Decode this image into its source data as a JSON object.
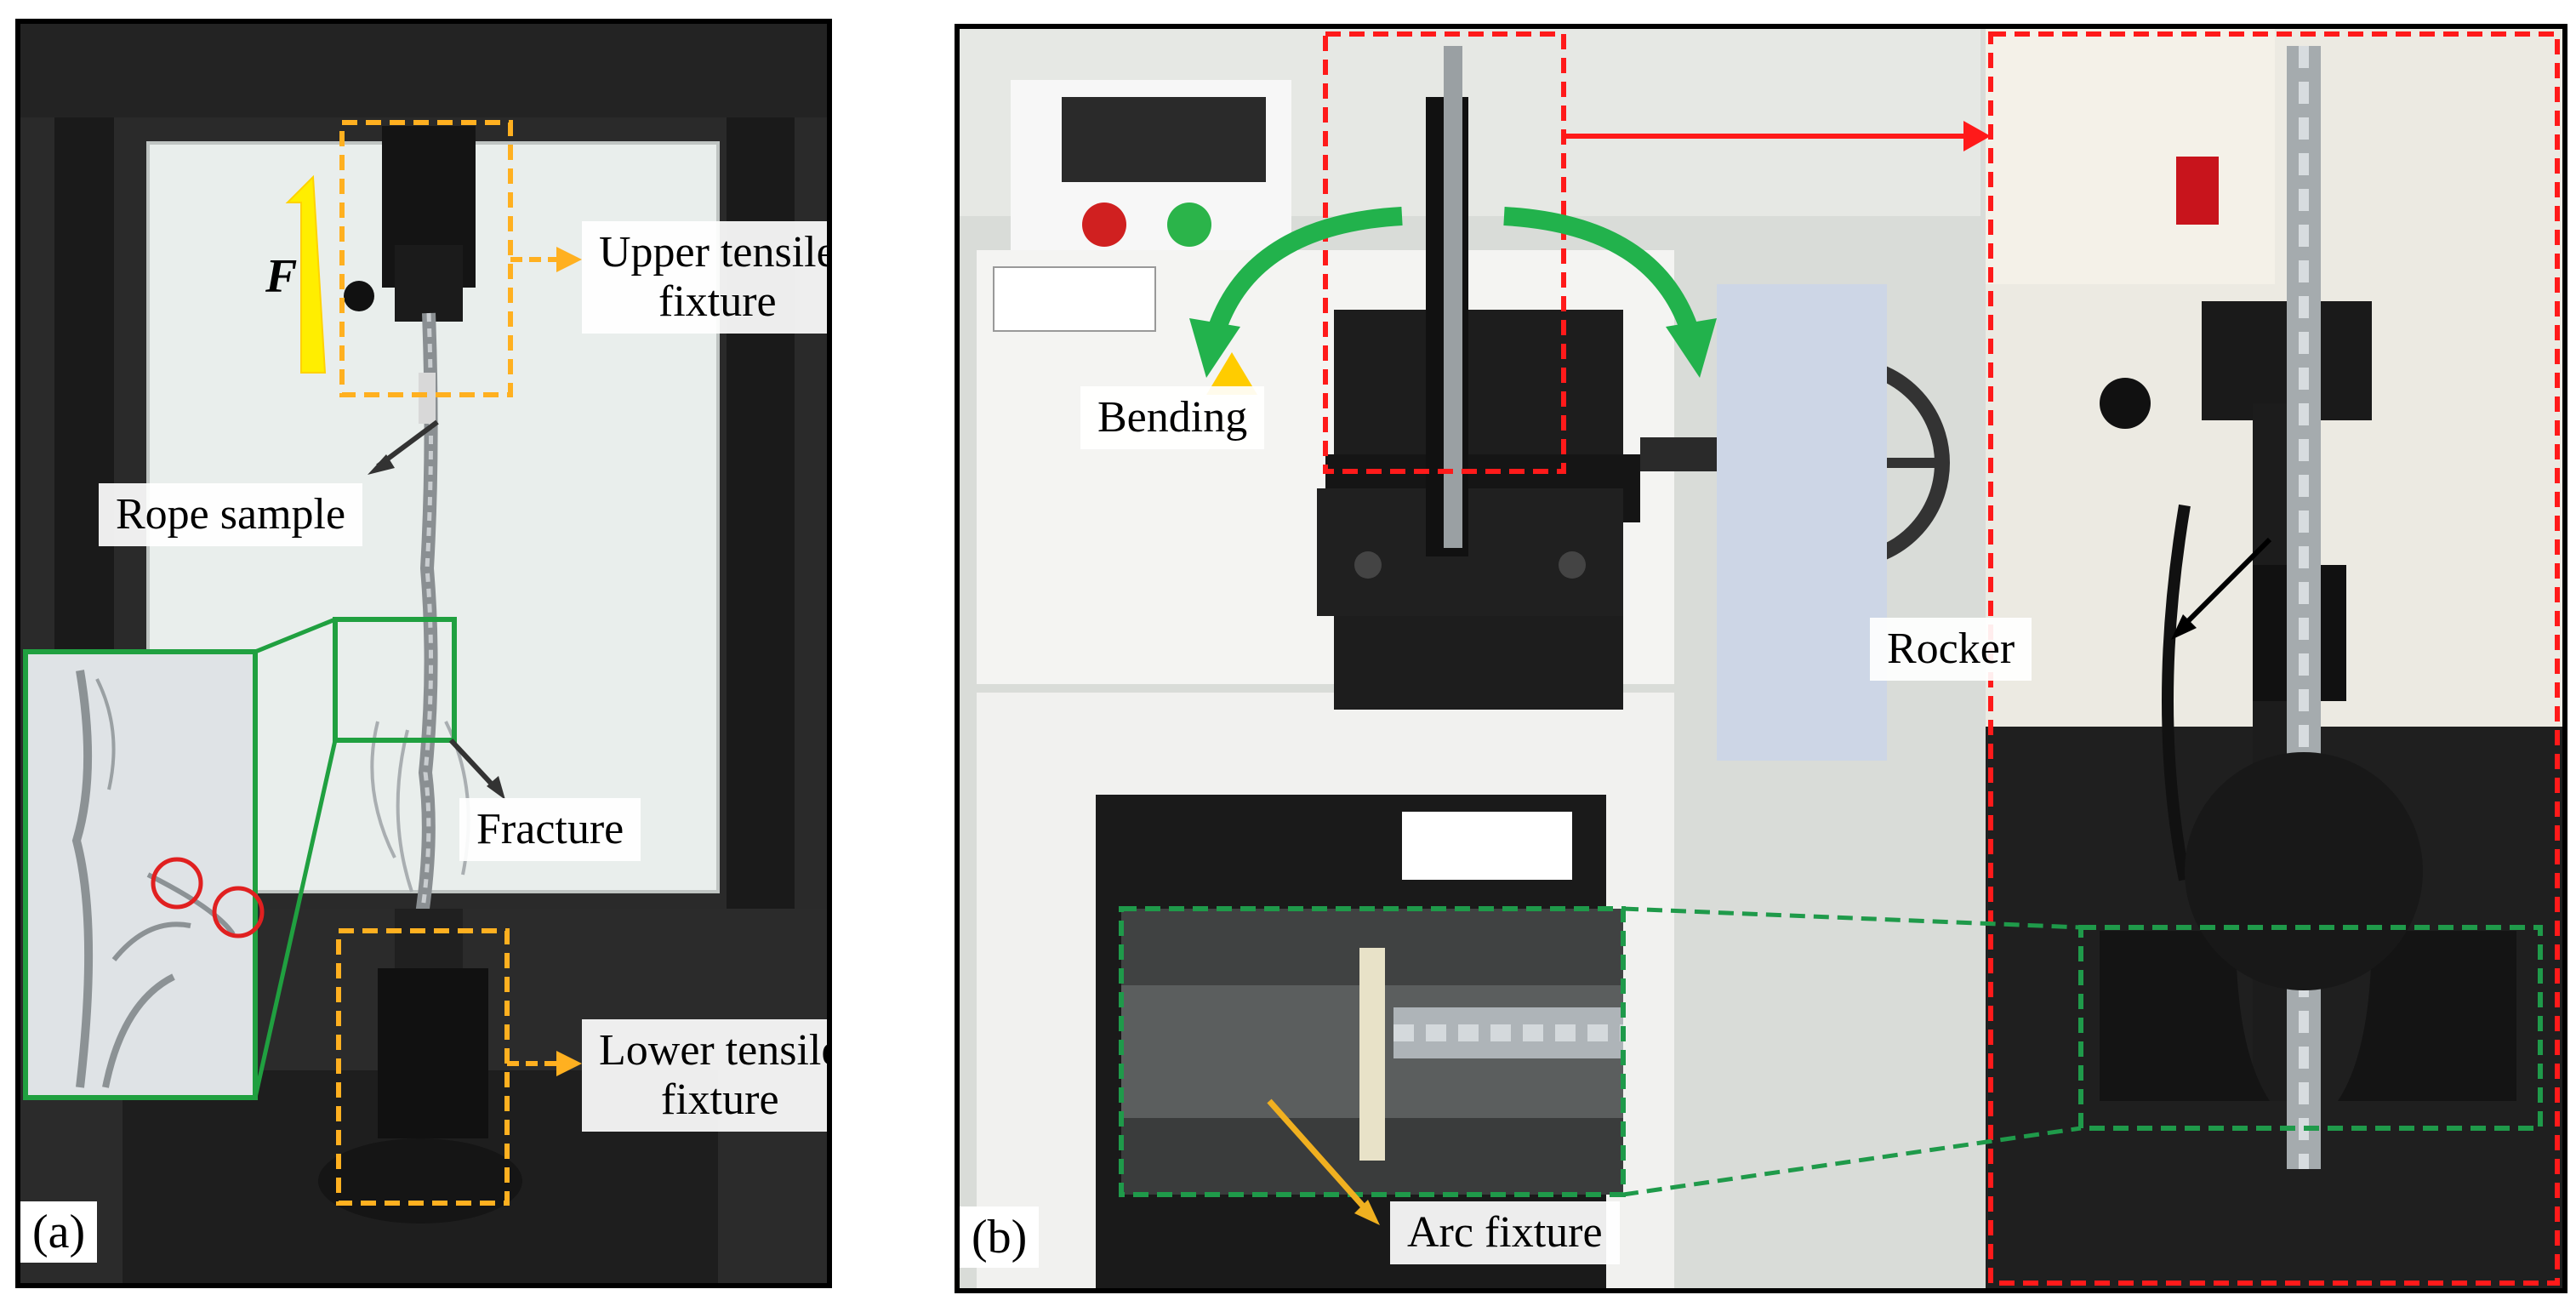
{
  "panel_a": {
    "letter": "(a)",
    "force_symbol": "F",
    "labels": {
      "upper_line1": "Upper tensile",
      "upper_line2": "fixture",
      "rope_sample": "Rope sample",
      "fracture": "Fracture",
      "lower_line1": "Lower tensile",
      "lower_line2": "fixture"
    }
  },
  "panel_b": {
    "letter": "(b)",
    "labels": {
      "bending": "Bending",
      "rocker": "Rocker",
      "arc_fixture": "Arc fixture"
    }
  },
  "colors": {
    "force_arrow": "#ffee00",
    "callout_box": "#ffb020",
    "inset_box": "#20a040",
    "detail_box": "#ff1a1a",
    "bending_arrow": "#22b24c",
    "fracture_mark": "#e02020"
  }
}
